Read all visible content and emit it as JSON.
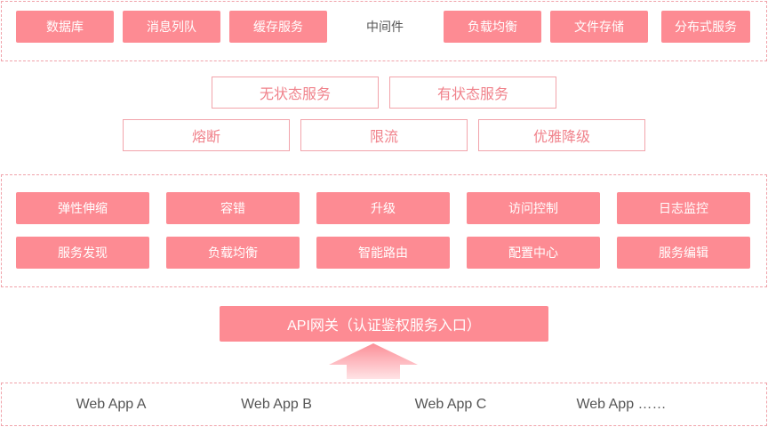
{
  "middleware_row": {
    "items": [
      "数据库",
      "消息列队",
      "缓存服务",
      "中间件",
      "负载均衡",
      "文件存储",
      "分布式服务"
    ]
  },
  "services_row": {
    "items": [
      "无状态服务",
      "有状态服务"
    ]
  },
  "resilience_row": {
    "items": [
      "熔断",
      "限流",
      "优雅降级"
    ]
  },
  "capabilities": {
    "row1": [
      "弹性伸缩",
      "容错",
      "升级",
      "访问控制",
      "日志监控"
    ],
    "row2": [
      "服务发现",
      "负载均衡",
      "智能路由",
      "配置中心",
      "服务编辑"
    ]
  },
  "gateway": {
    "label": "API网关（认证鉴权服务入口）"
  },
  "clients": {
    "items": [
      "Web App A",
      "Web App B",
      "Web App C",
      "Web App ……"
    ]
  },
  "colors": {
    "accent": "#fd8b93",
    "outline": "#f2a4ab",
    "dash": "#f0a3aa",
    "text_outline": "#f0828b",
    "text_plain": "#555555"
  },
  "icons": [
    "up-arrow-icon"
  ]
}
